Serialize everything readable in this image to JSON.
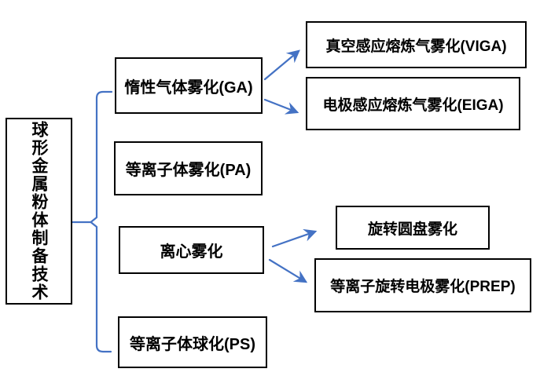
{
  "root": {
    "label": "球形金属粉体制备技术"
  },
  "branches": [
    {
      "label": "惰性气体雾化(GA)"
    },
    {
      "label": "等离子体雾化(PA)"
    },
    {
      "label": "离心雾化"
    },
    {
      "label": "等离子体球化(PS)"
    }
  ],
  "leaves": [
    {
      "label": "真空感应熔炼气雾化(VIGA)"
    },
    {
      "label": "电极感应熔炼气雾化(EIGA)"
    },
    {
      "label": "旋转圆盘雾化"
    },
    {
      "label": "等离子旋转电极雾化(PREP)"
    }
  ],
  "colors": {
    "connector": "#4472C4",
    "border": "#000000",
    "background": "#FFFFFF",
    "text": "#000000"
  }
}
